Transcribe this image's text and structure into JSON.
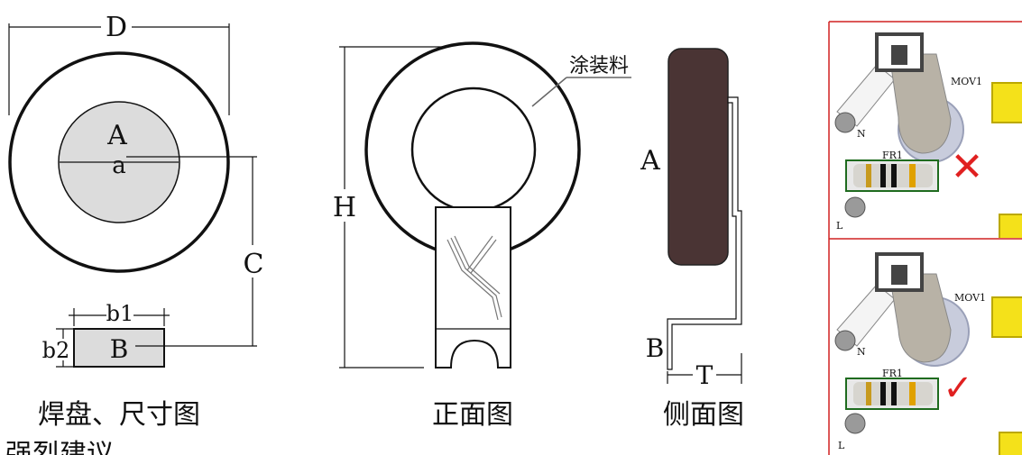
{
  "footprint": {
    "dim_D": "D",
    "dim_A": "A",
    "dim_a": "a",
    "dim_C": "C",
    "dim_b1": "b1",
    "dim_b2": "b2",
    "dim_B": "B",
    "caption": "焊盘、尺寸图"
  },
  "front": {
    "dim_H": "H",
    "coating": "涂装料",
    "caption": "正面图"
  },
  "side": {
    "dim_A": "A",
    "dim_B": "B",
    "dim_T": "T",
    "caption": "侧面图"
  },
  "pcb": {
    "top": {
      "n": "N",
      "l": "L",
      "mov": "MOV1",
      "fr": "FR1",
      "mark": "✕"
    },
    "bottom": {
      "n": "N",
      "l": "L",
      "mov": "MOV1",
      "fr": "FR1",
      "mark": "✓"
    }
  },
  "note": "强烈建议",
  "colors": {
    "pad": "#dcdcdc",
    "body": "#4a3434",
    "warn": "#e02020",
    "frame": "#d02020"
  }
}
